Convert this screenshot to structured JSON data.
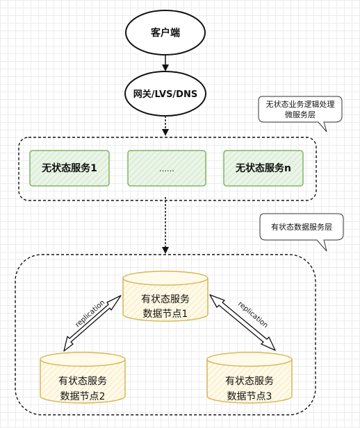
{
  "nodes": {
    "client": "客户端",
    "gateway": "网关/LVS/DNS",
    "stateless_1": "无状态服务1",
    "stateless_mid": "……",
    "stateless_n": "无状态服务n",
    "db1_line1": "有状态服务",
    "db1_line2": "数据节点1",
    "db2_line1": "有状态服务",
    "db2_line2": "数据节点2",
    "db3_line1": "有状态服务",
    "db3_line2": "数据节点3"
  },
  "callouts": {
    "stateless_line1": "无状态业务逻辑处理",
    "stateless_line2": "微服务层",
    "stateful": "有状态数据服务层"
  },
  "edges": {
    "replication_left": "replication",
    "replication_right": "replication"
  },
  "colors": {
    "green_stroke": "#82b366",
    "green_fill": "#d5e8d4",
    "gold_stroke": "#d6b656",
    "gold_fill": "#fff2cc"
  }
}
